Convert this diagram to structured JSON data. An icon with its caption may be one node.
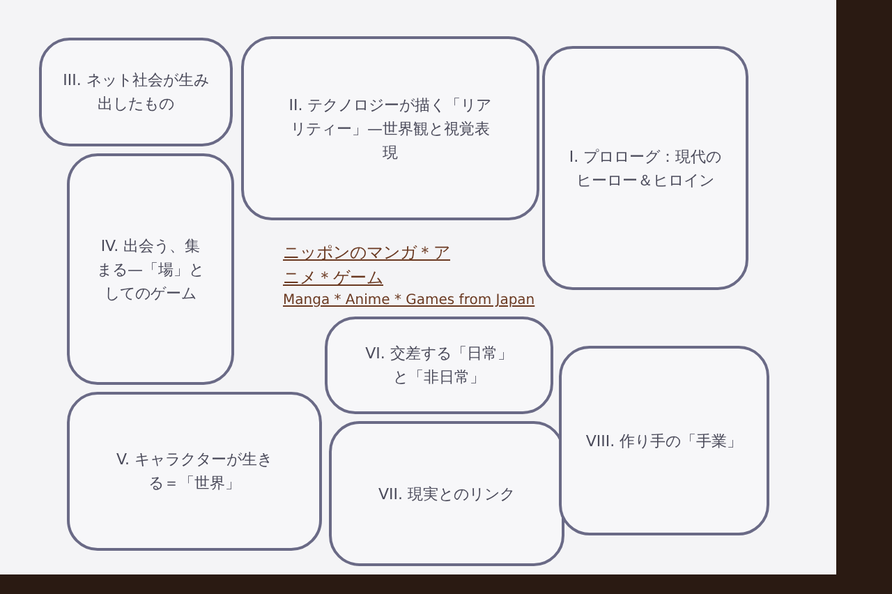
{
  "diagram": {
    "title": "ニッポンのマンガ＊アニメ＊ゲーム",
    "nodes": [
      {
        "text": [
          "III. ネット社会が生み出したもの"
        ]
      },
      {
        "text": [
          "II. テクノロジーが描く「リアリティー」—世界観と視覚表現"
        ]
      },
      {
        "text": [
          "I. プロローグ：現代のヒーロー＆ヒロイン"
        ]
      },
      {
        "text": [
          "IV. 出会う、集まる—「場」としてのゲーム"
        ]
      },
      {
        "text": [
          "VI. 交差する「日常」と「非日常」"
        ]
      },
      {
        "text": [
          "V. キャラクターが生きる＝「世界」"
        ]
      },
      {
        "text": [
          "VII. 現実とのリンク"
        ]
      },
      {
        "text": [
          "VIII. 作り手の「手業」"
        ]
      }
    ],
    "labels": [
      "Manga * Anime * Games from Japan"
    ]
  }
}
